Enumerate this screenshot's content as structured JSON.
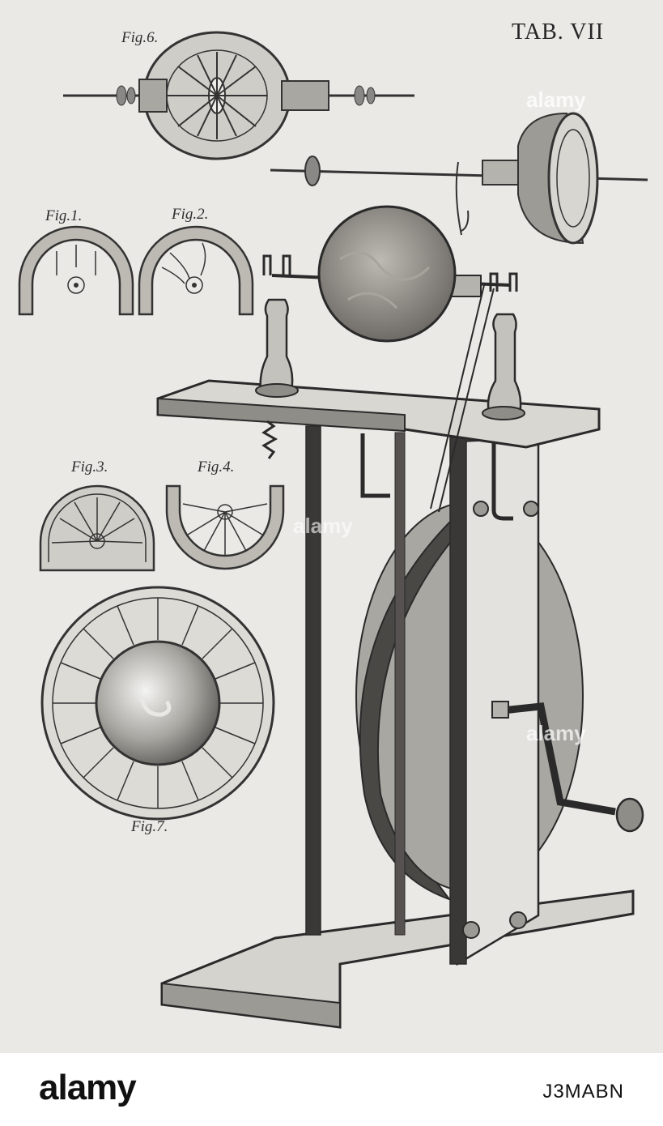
{
  "plate": {
    "tab_label": "TAB. VII",
    "figure_labels": {
      "fig1": "Fig.1.",
      "fig2": "Fig.2.",
      "fig3": "Fig.3.",
      "fig4": "Fig.4.",
      "fig6": "Fig.6.",
      "fig7": "Fig.7."
    }
  },
  "watermark": {
    "text": "alamy"
  },
  "footer": {
    "logo": "alamy",
    "image_id": "J3MABN"
  },
  "colors": {
    "paper": "#eae9e5",
    "ink": "#2e2e2e",
    "footer_bg": "#ffffff"
  }
}
